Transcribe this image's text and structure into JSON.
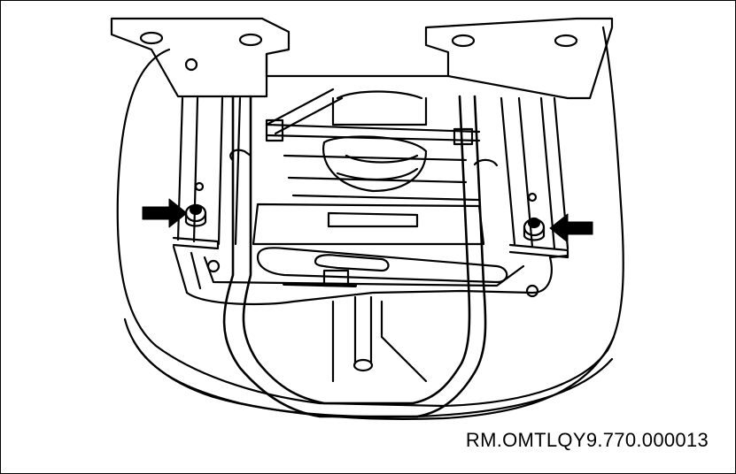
{
  "figure": {
    "reference_code": "RM.OMTLQY9.770.000013",
    "colors": {
      "line": "#000000",
      "background": "#ffffff"
    },
    "callouts": [
      {
        "icon": "arrow-right-icon",
        "target": "left-seat-bolt"
      },
      {
        "icon": "arrow-left-icon",
        "target": "right-seat-bolt"
      }
    ]
  }
}
